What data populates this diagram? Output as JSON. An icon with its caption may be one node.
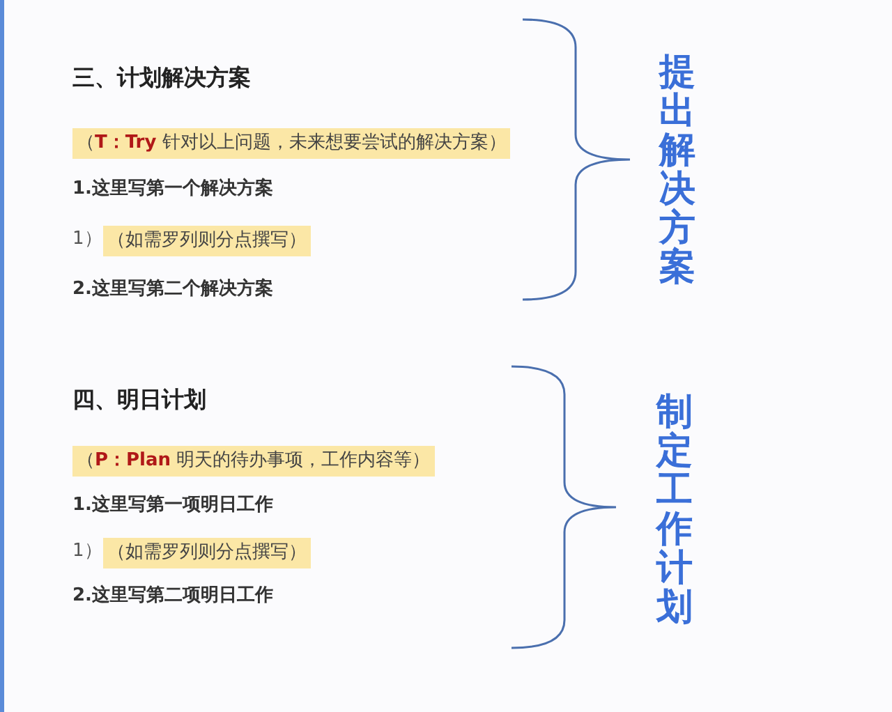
{
  "diagram": {
    "labels": [
      "三、计划解决方案",
      "（**T：Try** 针对以上问题，未来想要尝试的解决方案）",
      "1.这里写第一个解决方案",
      "1）",
      "（如需罗列则分点撰写）",
      "2.这里写第二个解决方案",
      "提出解决方案",
      "四、明日计划",
      "（**P：Plan** 明天的待办事项，工作内容等）",
      "1.这里写第一项明日工作",
      "1）",
      "（如需罗列则分点撰写）",
      "2.这里写第二项明日工作",
      "制定工作计划"
    ]
  }
}
